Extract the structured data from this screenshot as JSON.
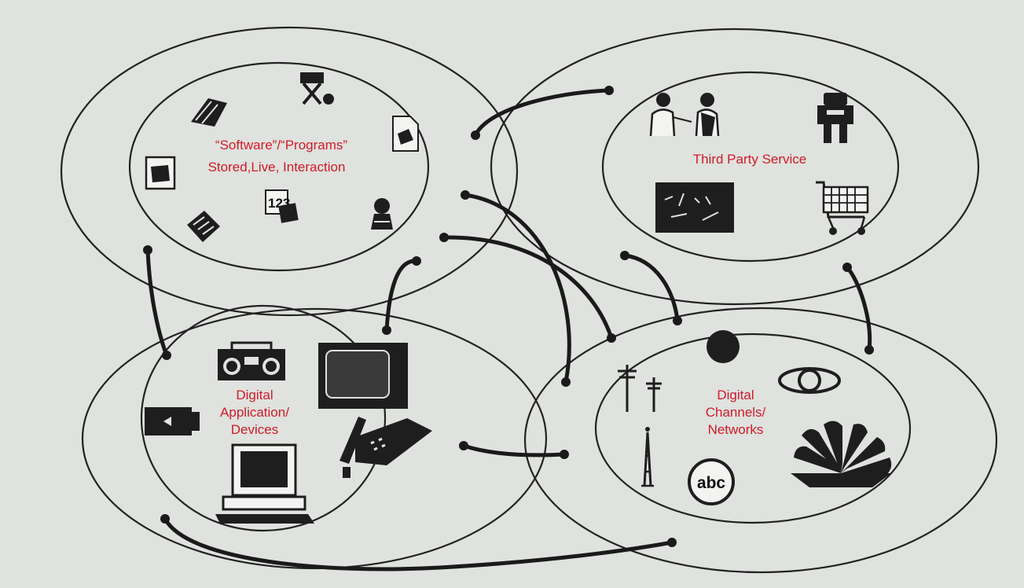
{
  "background_color": "#dfe2de",
  "label_color": "#d11a2a",
  "clusters": {
    "software": {
      "label_line1": "“Software”/“Programs”",
      "label_line2": "Stored,Live, Interaction",
      "icons": [
        "pen-drawing-icon",
        "directors-chair-icon",
        "document-icon",
        "folder-icon",
        "film-strip-icon",
        "numbers-123-icon",
        "award-icon"
      ]
    },
    "third_party": {
      "label": "Third Party Service",
      "icons": [
        "doctor-patient-icon",
        "robot-icon",
        "chalkboard-icon",
        "shopping-cart-icon"
      ]
    },
    "devices": {
      "label_line1": "Digital",
      "label_line2": "Application/",
      "label_line3": "Devices",
      "icons": [
        "boombox-icon",
        "television-icon",
        "camcorder-icon",
        "telephone-icon",
        "computer-icon"
      ]
    },
    "channels": {
      "label_line1": "Digital",
      "label_line2": "Channels/",
      "label_line3": "Networks",
      "icons": [
        "utility-poles-icon",
        "black-circle-icon",
        "eye-logo-icon",
        "broadcast-tower-icon",
        "abc-logo-icon",
        "peacock-logo-icon"
      ],
      "abc_text": "abc"
    }
  },
  "numbers_icon_text": "123"
}
